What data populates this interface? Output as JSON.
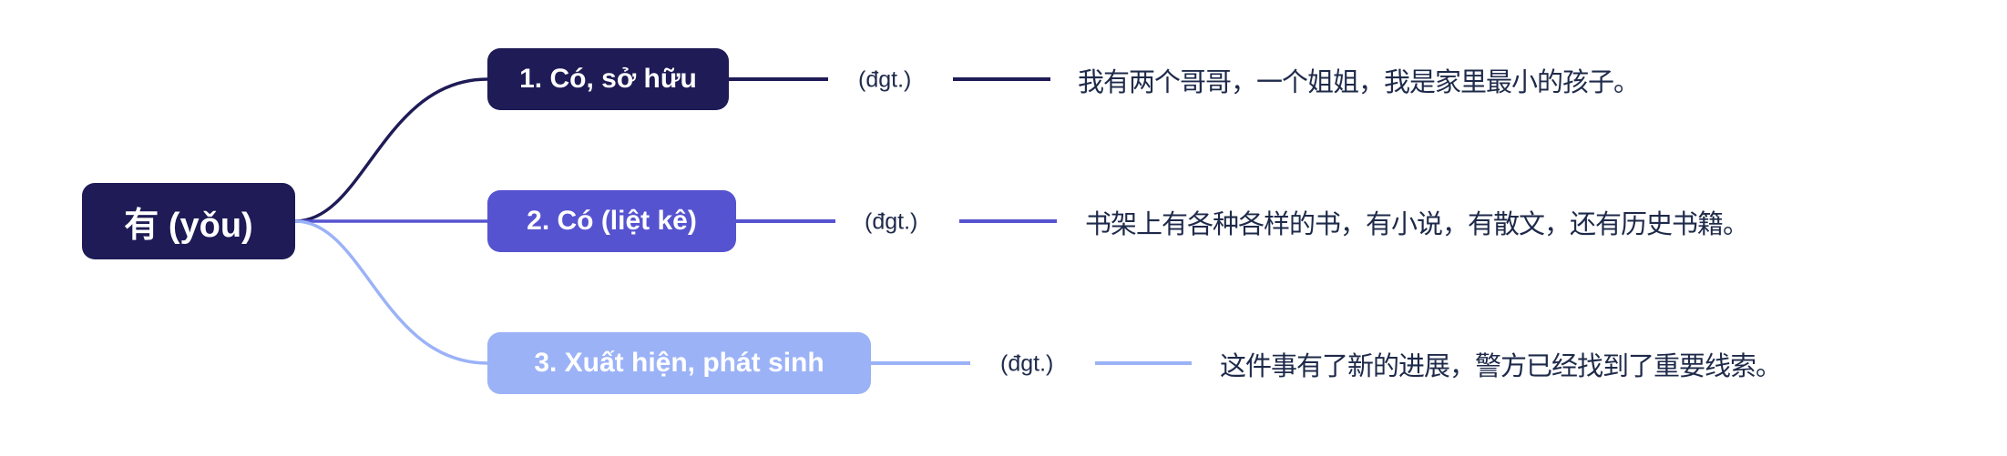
{
  "root": {
    "label": "有 (yǒu)",
    "color": "#1e1b56"
  },
  "branches": [
    {
      "label": "1. Có, sở hữu",
      "pos": "(đgt.)",
      "example": "我有两个哥哥，一个姐姐，我是家里最小的孩子。",
      "color": "#1e1b56"
    },
    {
      "label": "2. Có (liệt kê)",
      "pos": "(đgt.)",
      "example": "书架上有各种各样的书，有小说，有散文，还有历史书籍。",
      "color": "#5653d0"
    },
    {
      "label": "3. Xuất hiện, phát sinh",
      "pos": "(đgt.)",
      "example": "这件事有了新的进展，警方已经找到了重要线索。",
      "color": "#9bb2f7"
    }
  ]
}
